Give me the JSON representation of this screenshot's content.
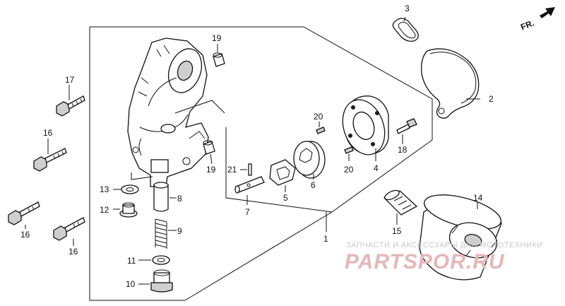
{
  "direction": {
    "text": "FR."
  },
  "callouts": {
    "c1": "1",
    "c2": "2",
    "c3": "3",
    "c4": "4",
    "c5": "5",
    "c6": "6",
    "c7": "7",
    "c8": "8",
    "c9": "9",
    "c10": "10",
    "c11": "11",
    "c12": "12",
    "c13": "13",
    "c14": "14",
    "c15": "15",
    "c16a": "16",
    "c16b": "16",
    "c16c": "16",
    "c17": "17",
    "c18": "18",
    "c19a": "19",
    "c19b": "19",
    "c20a": "20",
    "c20b": "20",
    "c21": "21"
  },
  "watermark": {
    "line1": "ЗАПЧАСТИ И АКСЕССУАРЫ ДЛЯ МОТОТЕХНИКИ",
    "line2": "PARTSPOR.RU"
  }
}
